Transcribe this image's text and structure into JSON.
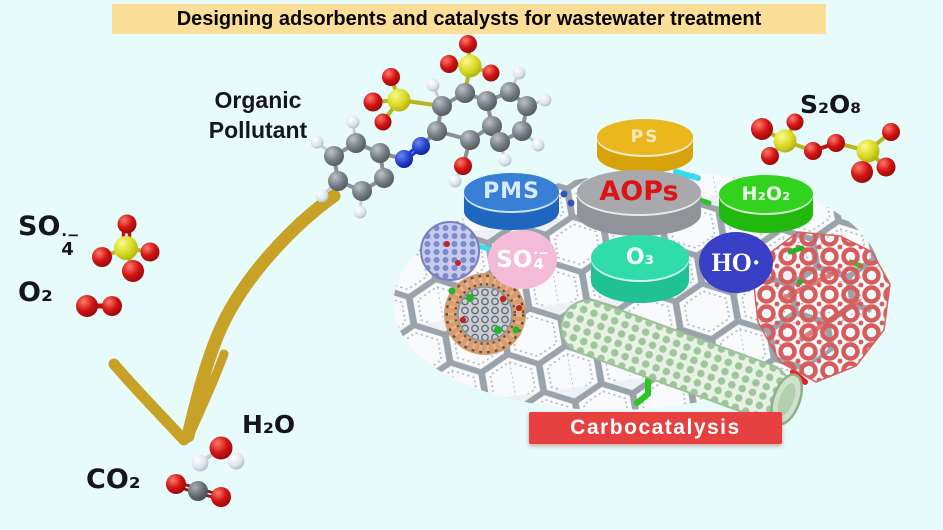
{
  "title": "Designing adsorbents and catalysts for wastewater treatment",
  "labels": {
    "organic_pollutant": {
      "line1": "Organic",
      "line2": "Pollutant"
    },
    "s2o8": "S₂O₈",
    "so4_radical": {
      "base": "SO",
      "sub": "4",
      "sup": "·−"
    },
    "o2": "O₂",
    "h2o": "H₂O",
    "co2": "CO₂"
  },
  "badges": {
    "ps": {
      "label": "PS",
      "color": "#EBB71E"
    },
    "pms": {
      "label": "PMS",
      "color": "#3780D6"
    },
    "aops": {
      "label": "AOPs",
      "color": "#A7A9AD",
      "text_color": "#DD1414"
    },
    "h2o2": {
      "label": "H₂O₂",
      "color": "#33D21F"
    },
    "so4": {
      "base": "SO",
      "sub": "4",
      "sup": "·−",
      "color": "#F3BBD7"
    },
    "o3": {
      "label": "O₃",
      "color": "#30DCA8"
    },
    "ho": {
      "label": "HO·",
      "color": "#3A40C6"
    }
  },
  "banner": {
    "label": "Carbocatalysis",
    "color": "#E64040"
  },
  "colors": {
    "background": "#E7FCFA",
    "title_bg": "#FBDF98",
    "arrow_gold": "#C8A127",
    "lattice_gray": "#9AA2AB",
    "nanotube_green": "#9FC69B",
    "framework_red": "#D85C5C",
    "atom_oxygen": "#D21414",
    "atom_sulfur": "#D8D822",
    "atom_carbon": "#707880",
    "atom_nitrogen": "#2441C8",
    "atom_hydrogen": "#FFFFFF"
  },
  "structures": {
    "graphene_lattice": "hexagonal carbon lattice sheet",
    "carbon_nanotube": "carbon nanotube",
    "carbon_onion": "carbon onion nanoparticle",
    "fullerene_flake": "doped graphene flake",
    "red_framework": "porous framework crystal",
    "azo_dye": "azo dye pollutant molecule",
    "persulfate": "persulfate S2O8 molecule",
    "sulfate_radical": "sulfate radical molecule",
    "oxygen": "O2 molecule",
    "water": "H2O molecule",
    "carbon_dioxide": "CO2 molecule"
  }
}
